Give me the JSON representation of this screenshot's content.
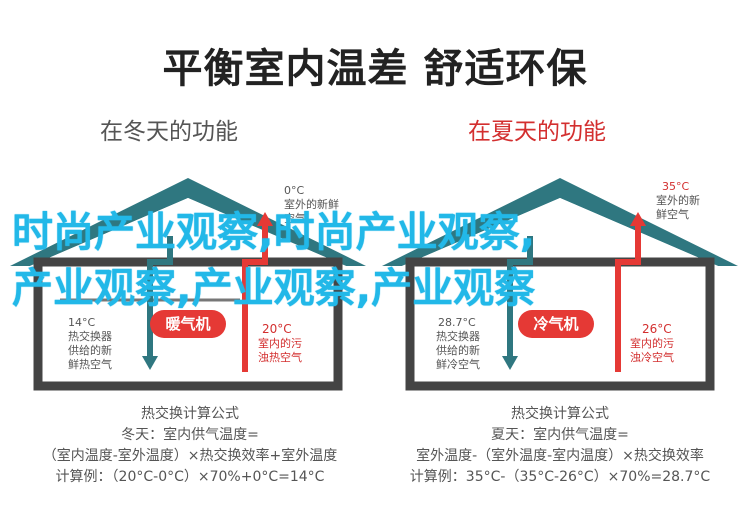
{
  "title": "平衡室内温差 舒适环保",
  "winter": {
    "heading": "在冬天的功能",
    "outdoor_temp": "0°C",
    "outdoor_desc": [
      "室外的新鲜",
      "空气"
    ],
    "indoor_temp": "14°C",
    "indoor_desc": [
      "热交换器",
      "供给的新",
      "鲜热空气"
    ],
    "device": "暖气机",
    "exhaust_temp": "20°C",
    "exhaust_desc": [
      "室内的污",
      "浊热空气"
    ],
    "formula": {
      "heading": "热交换计算公式",
      "line1": "冬天：室内供气温度=",
      "line2": "（室内温度-室外温度）×热交换效率+室外温度",
      "line3": "计算例：（20°C-0°C）×70%+0°C=14°C"
    }
  },
  "summer": {
    "heading": "在夏天的功能",
    "outdoor_temp": "35°C",
    "outdoor_desc": [
      "室外的新",
      "鲜空气"
    ],
    "indoor_temp": "28.7°C",
    "indoor_desc": [
      "热交换器",
      "供给的新",
      "鲜冷空气"
    ],
    "device": "冷气机",
    "exhaust_temp": "26°C",
    "exhaust_desc": [
      "室内的污",
      "浊冷空气"
    ],
    "formula": {
      "heading": "热交换计算公式",
      "line1": "夏天：室内供气温度=",
      "line2": "室外温度-（室外温度-室内温度）×热交换效率",
      "line3": "计算例：35°C-（35°C-26°C）×70%=28.7°C"
    }
  },
  "watermark": {
    "line1": "时尚产业观察,时尚产业观察,",
    "line2": "产业观察,产业观察,产业观察"
  },
  "colors": {
    "roof": "#2f7780",
    "wall": "#444444",
    "supply_arrow": "#2f7780",
    "exhaust_arrow": "#e53935",
    "accent": "#d32f2f",
    "watermark": "#22b8e8"
  }
}
